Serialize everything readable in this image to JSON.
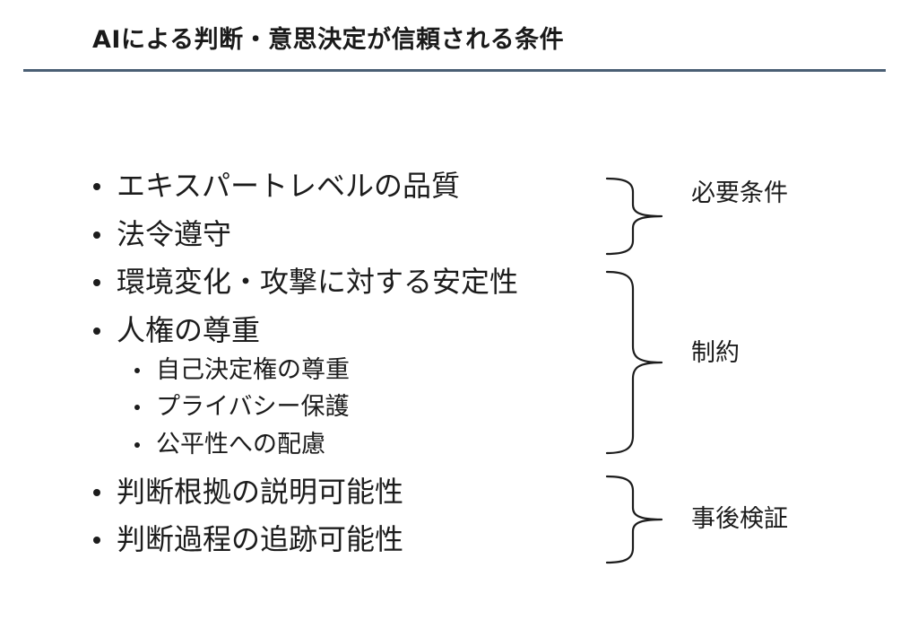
{
  "title": "AIによる判断・意思決定が信頼される条件",
  "bullets": [
    {
      "text": "エキスパートレベルの品質",
      "level": 1
    },
    {
      "text": "法令遵守",
      "level": 1
    },
    {
      "text": "環境変化・攻撃に対する安定性",
      "level": 1
    },
    {
      "text": "人権の尊重",
      "level": 1
    },
    {
      "text": "自己決定権の尊重",
      "level": 2
    },
    {
      "text": "プライバシー保護",
      "level": 2
    },
    {
      "text": "公平性への配慮",
      "level": 2
    },
    {
      "text": "判断根拠の説明可能性",
      "level": 1
    },
    {
      "text": "判断過程の追跡可能性",
      "level": 1
    }
  ],
  "groups": [
    {
      "label": "必要条件"
    },
    {
      "label": "制約"
    },
    {
      "label": "事後検証"
    }
  ]
}
